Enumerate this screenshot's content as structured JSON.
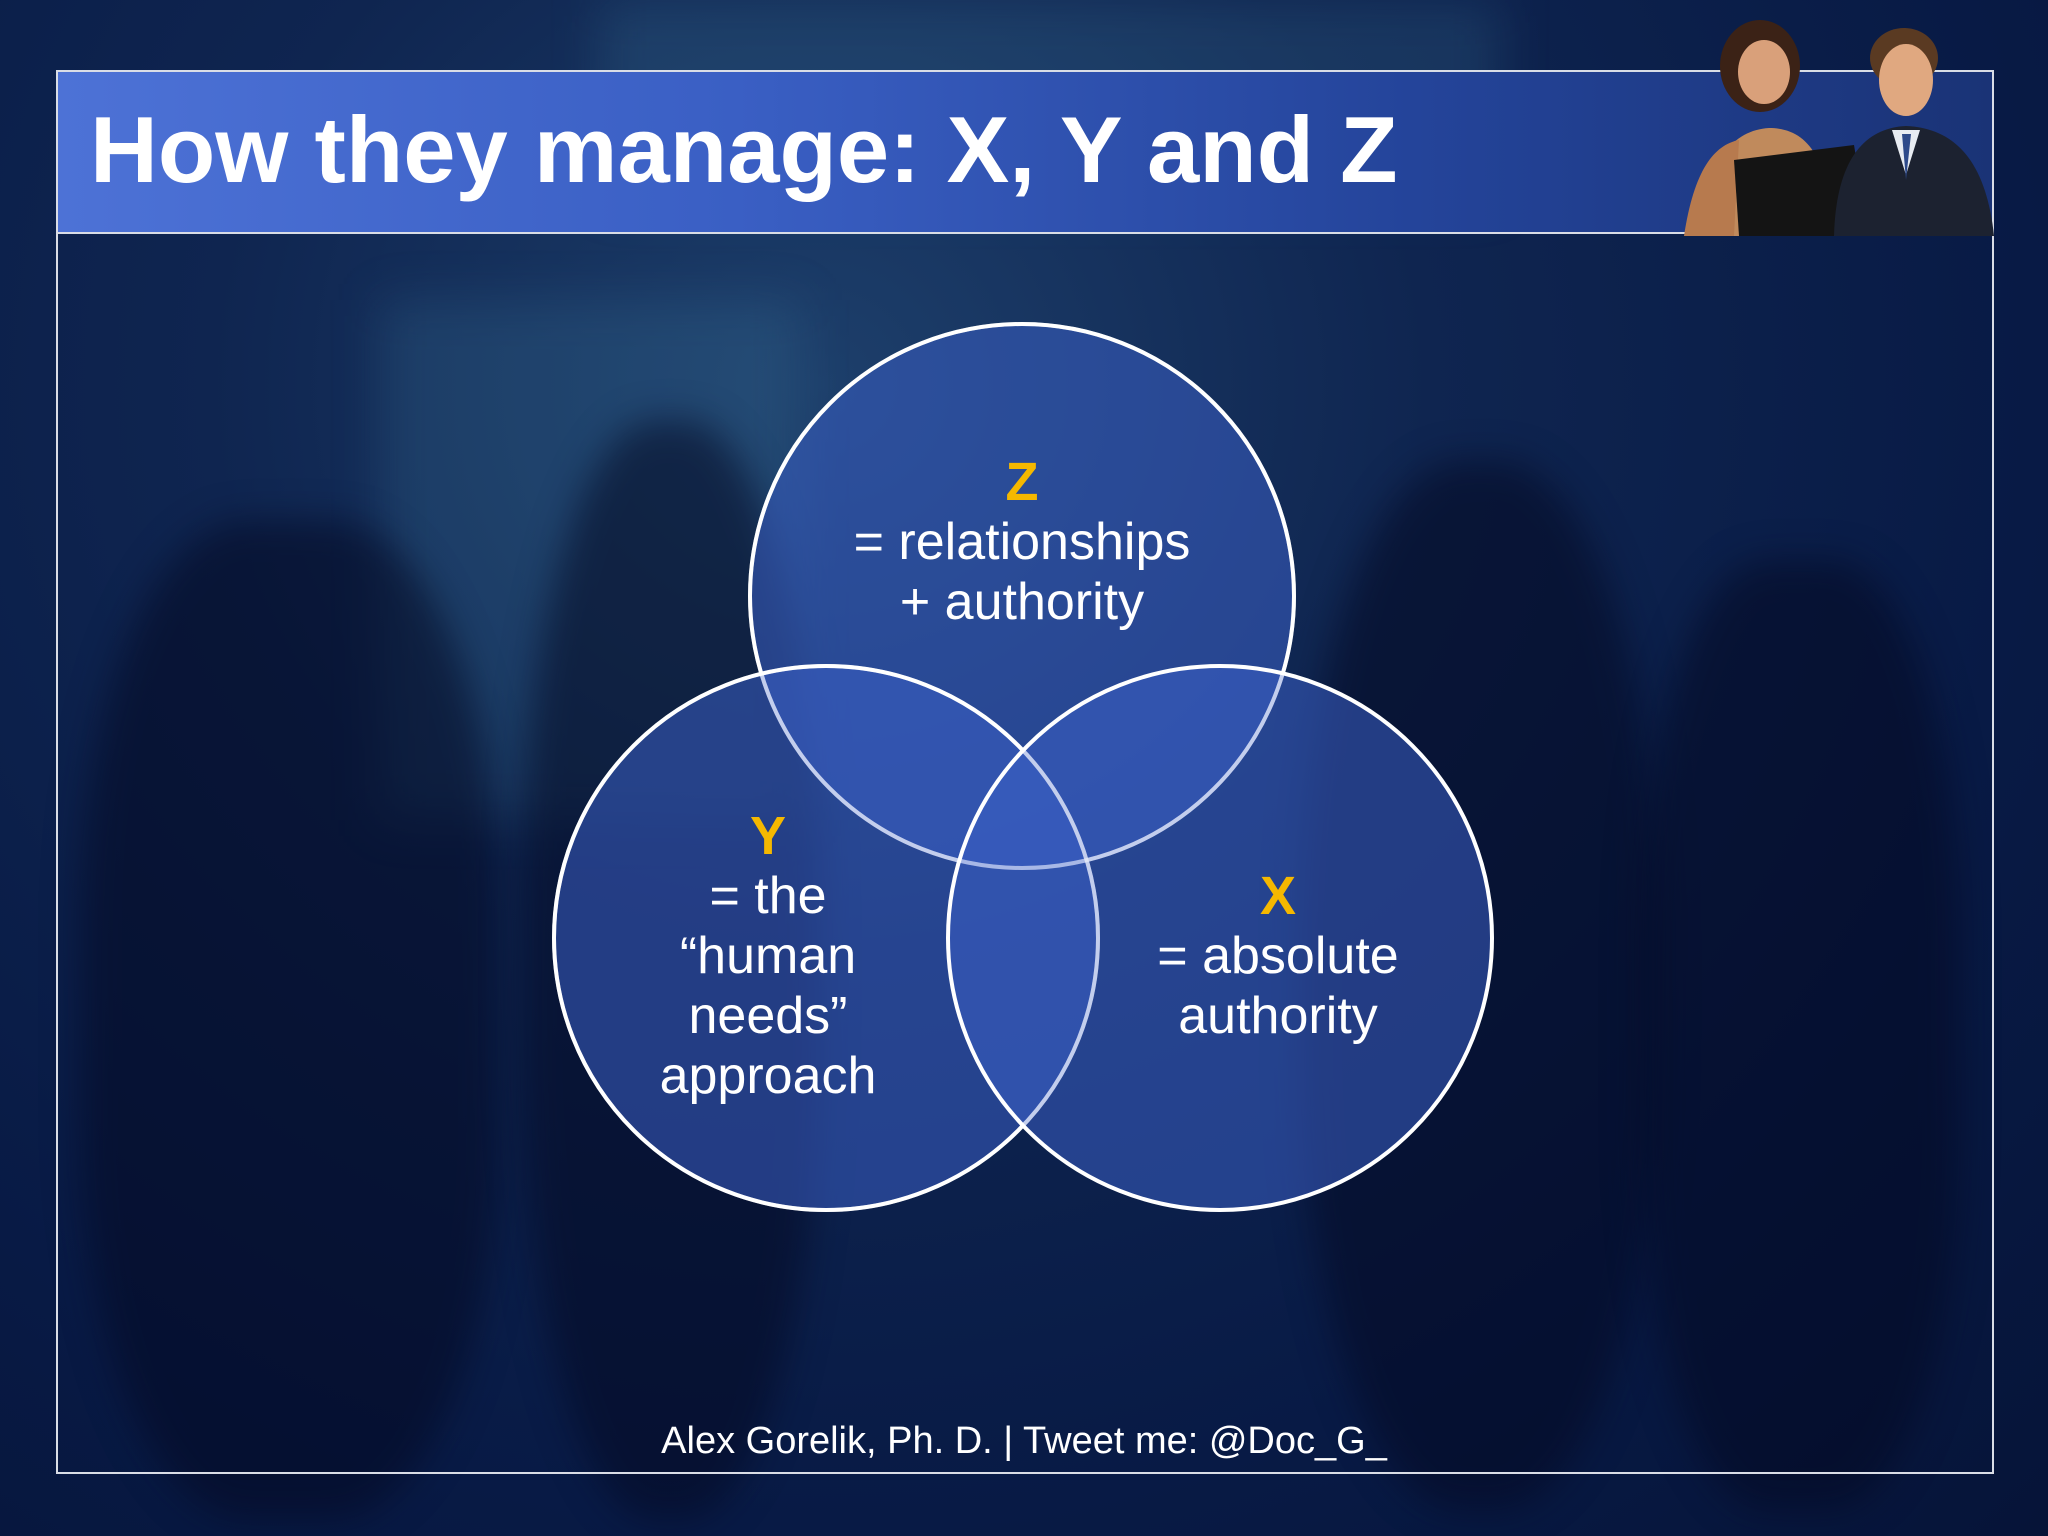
{
  "slide": {
    "title": "How they manage: X, Y and Z",
    "footer": "Alex Gorelik, Ph. D. | Tweet me: @Doc_G_"
  },
  "circles": {
    "z": {
      "letter": "Z",
      "line1": "=  relationships",
      "line2": "+ authority"
    },
    "y": {
      "letter": "Y",
      "line1": "= the",
      "line2": "“human",
      "line3": "needs”",
      "line4": "approach"
    },
    "x": {
      "letter": "X",
      "line1": "= absolute",
      "line2": "authority"
    }
  },
  "colors": {
    "title_bar_start": "#4d72d6",
    "title_bar_end": "#1a3376",
    "circle_fill": "#3a5fc4",
    "circle_stroke": "#ffffff",
    "letter_accent": "#f5b800",
    "background": "#0b1e4d"
  }
}
